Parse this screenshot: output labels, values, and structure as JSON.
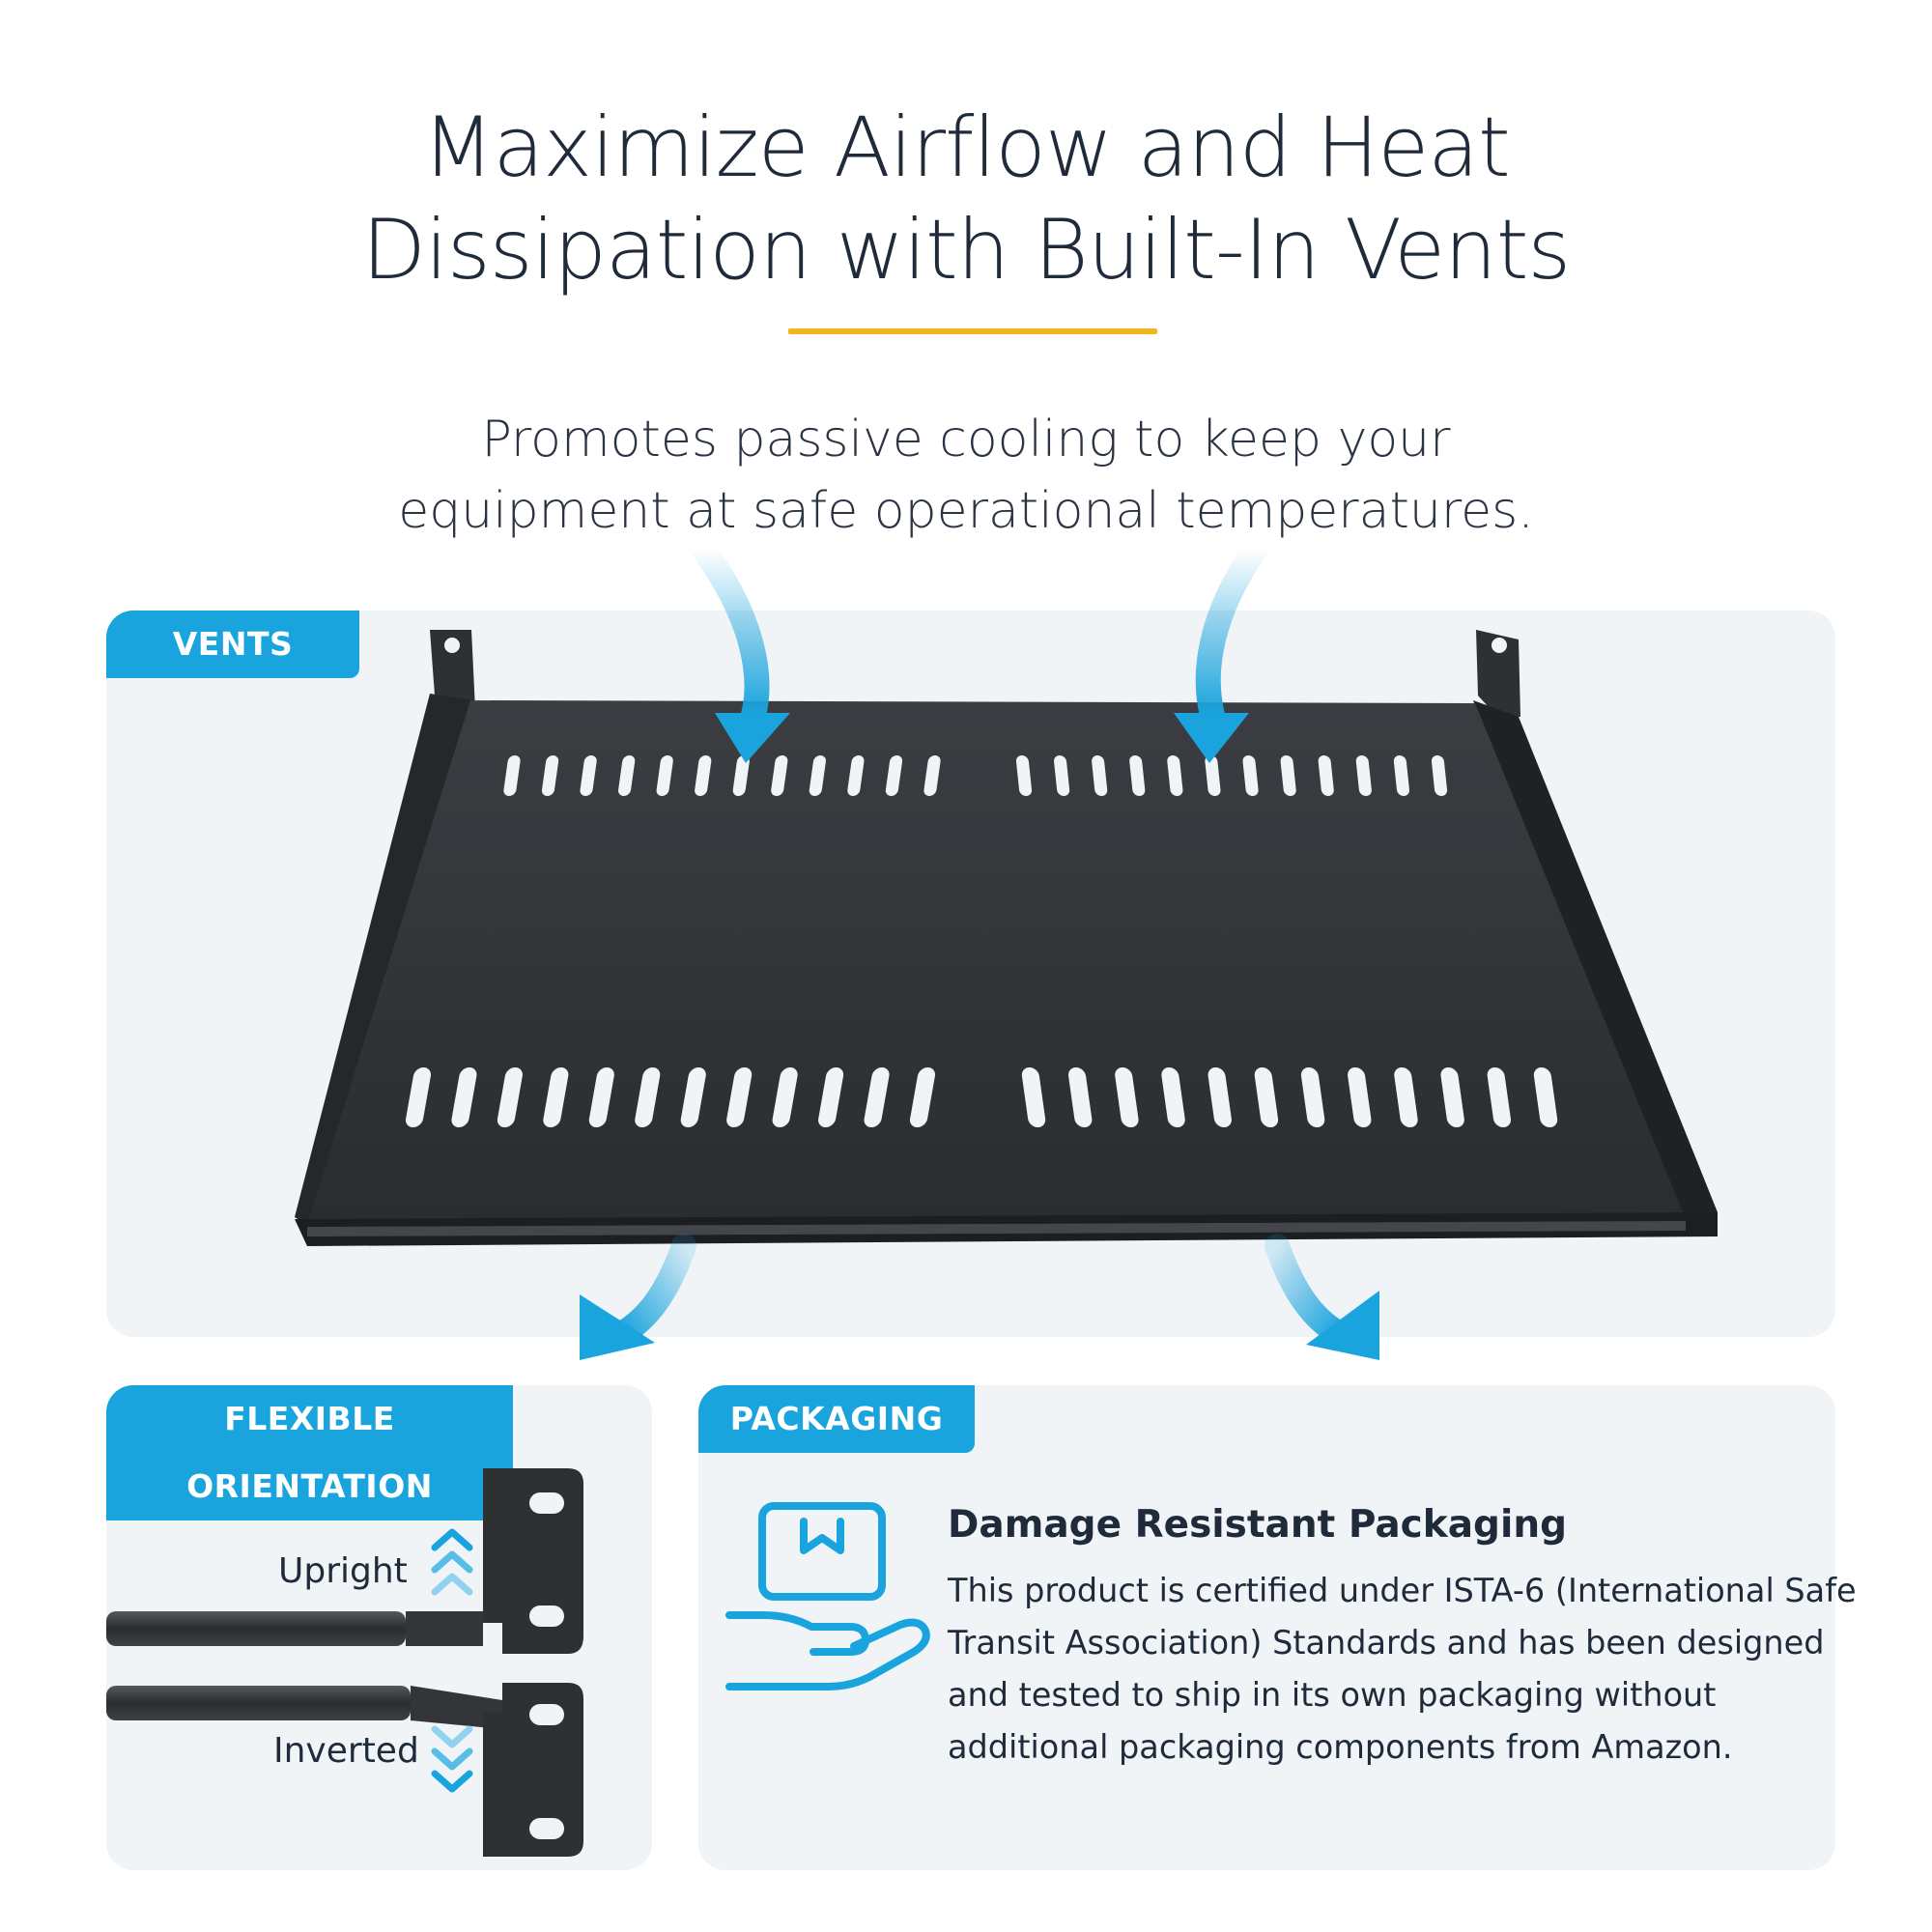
{
  "headline": {
    "line1": "Maximize Airflow and Heat",
    "line2": "Dissipation with Built-In Vents"
  },
  "subhead": {
    "line1": "Promotes passive cooling to keep your",
    "line2": "equipment at safe operational temperatures."
  },
  "sections": {
    "vents": {
      "tag": "VENTS"
    },
    "orientation": {
      "tag": "FLEXIBLE ORIENTATION",
      "upright_label": "Upright",
      "inverted_label": "Inverted"
    },
    "packaging": {
      "tag": "PACKAGING",
      "title": "Damage Resistant Packaging",
      "body_lines": [
        "This product is certified under ISTA-6 (International Safe",
        "Transit Association) Standards and has been designed",
        "and tested to ship in its own packaging without",
        "additional packaging components from Amazon."
      ],
      "icon": "box-in-hand-icon"
    }
  },
  "colors": {
    "accent_blue": "#1aa4dd",
    "rule_yellow": "#f2b51d",
    "panel_bg": "#f0f4f7",
    "text_dark": "#1f2a3a",
    "shelf_black": "#303236"
  },
  "icons": {
    "airflow_arrows": "airflow-arrow-icon",
    "up_chevrons": "chevron-up-icon",
    "down_chevrons": "chevron-down-icon"
  }
}
